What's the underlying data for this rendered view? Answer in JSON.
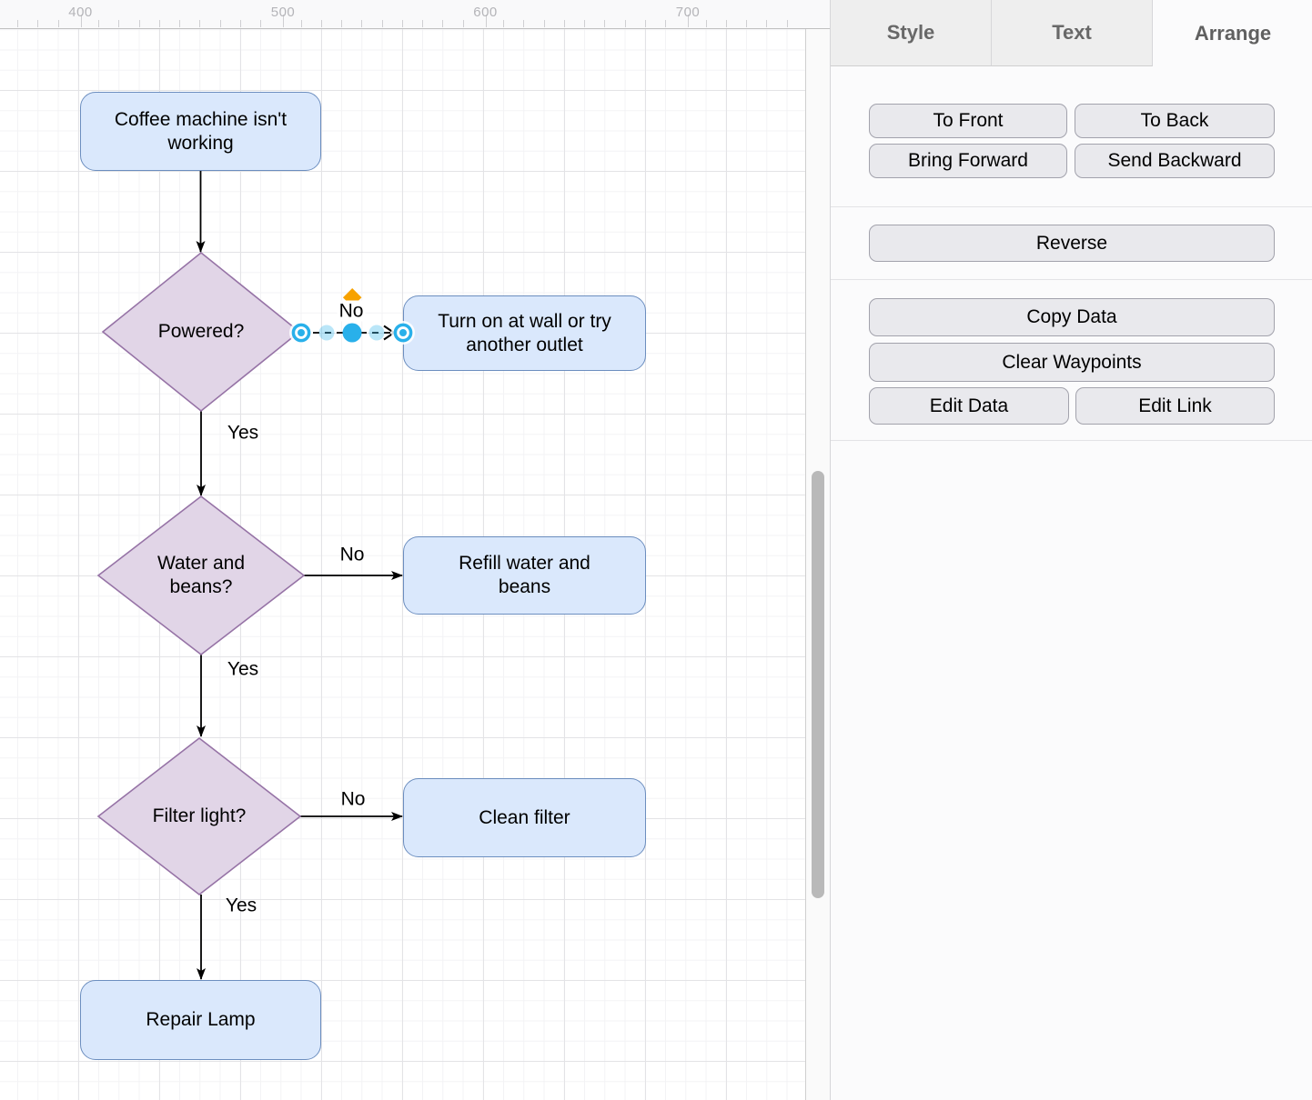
{
  "ruler": {
    "unit_labels": [
      "400",
      "500",
      "600",
      "700"
    ]
  },
  "diagram": {
    "nodes": {
      "start": {
        "label": "Coffee machine isn't working",
        "type": "process"
      },
      "powered": {
        "label": "Powered?",
        "type": "decision"
      },
      "turn_on": {
        "label": "Turn on at wall or try another outlet",
        "type": "process"
      },
      "water_beans": {
        "label": "Water and beans?",
        "type": "decision"
      },
      "refill": {
        "label": "Refill water and beans",
        "type": "process"
      },
      "filter_light": {
        "label": "Filter light?",
        "type": "decision"
      },
      "clean_filter": {
        "label": "Clean filter",
        "type": "process"
      },
      "repair_lamp": {
        "label": "Repair Lamp",
        "type": "process"
      }
    },
    "edge_labels": {
      "powered_no": "No",
      "powered_yes": "Yes",
      "water_no": "No",
      "water_yes": "Yes",
      "filter_no": "No",
      "filter_yes": "Yes"
    },
    "selection": {
      "selected_edge": "powered_no"
    },
    "colors": {
      "process_fill": "#dae8fc",
      "process_stroke": "#6c8ebf",
      "decision_fill": "#e1d5e7",
      "decision_stroke": "#9673a6",
      "selection_blue": "#29b0ea",
      "label_handle_orange": "#f7a200"
    }
  },
  "panel": {
    "tabs": [
      {
        "label": "Style"
      },
      {
        "label": "Text"
      },
      {
        "label": "Arrange"
      }
    ],
    "active_tab": "Arrange",
    "arrange": {
      "to_front": "To Front",
      "to_back": "To Back",
      "bring_forward": "Bring Forward",
      "send_backward": "Send Backward",
      "reverse": "Reverse",
      "copy_data": "Copy Data",
      "clear_waypoints": "Clear Waypoints",
      "edit_data": "Edit Data",
      "edit_link": "Edit Link"
    }
  }
}
